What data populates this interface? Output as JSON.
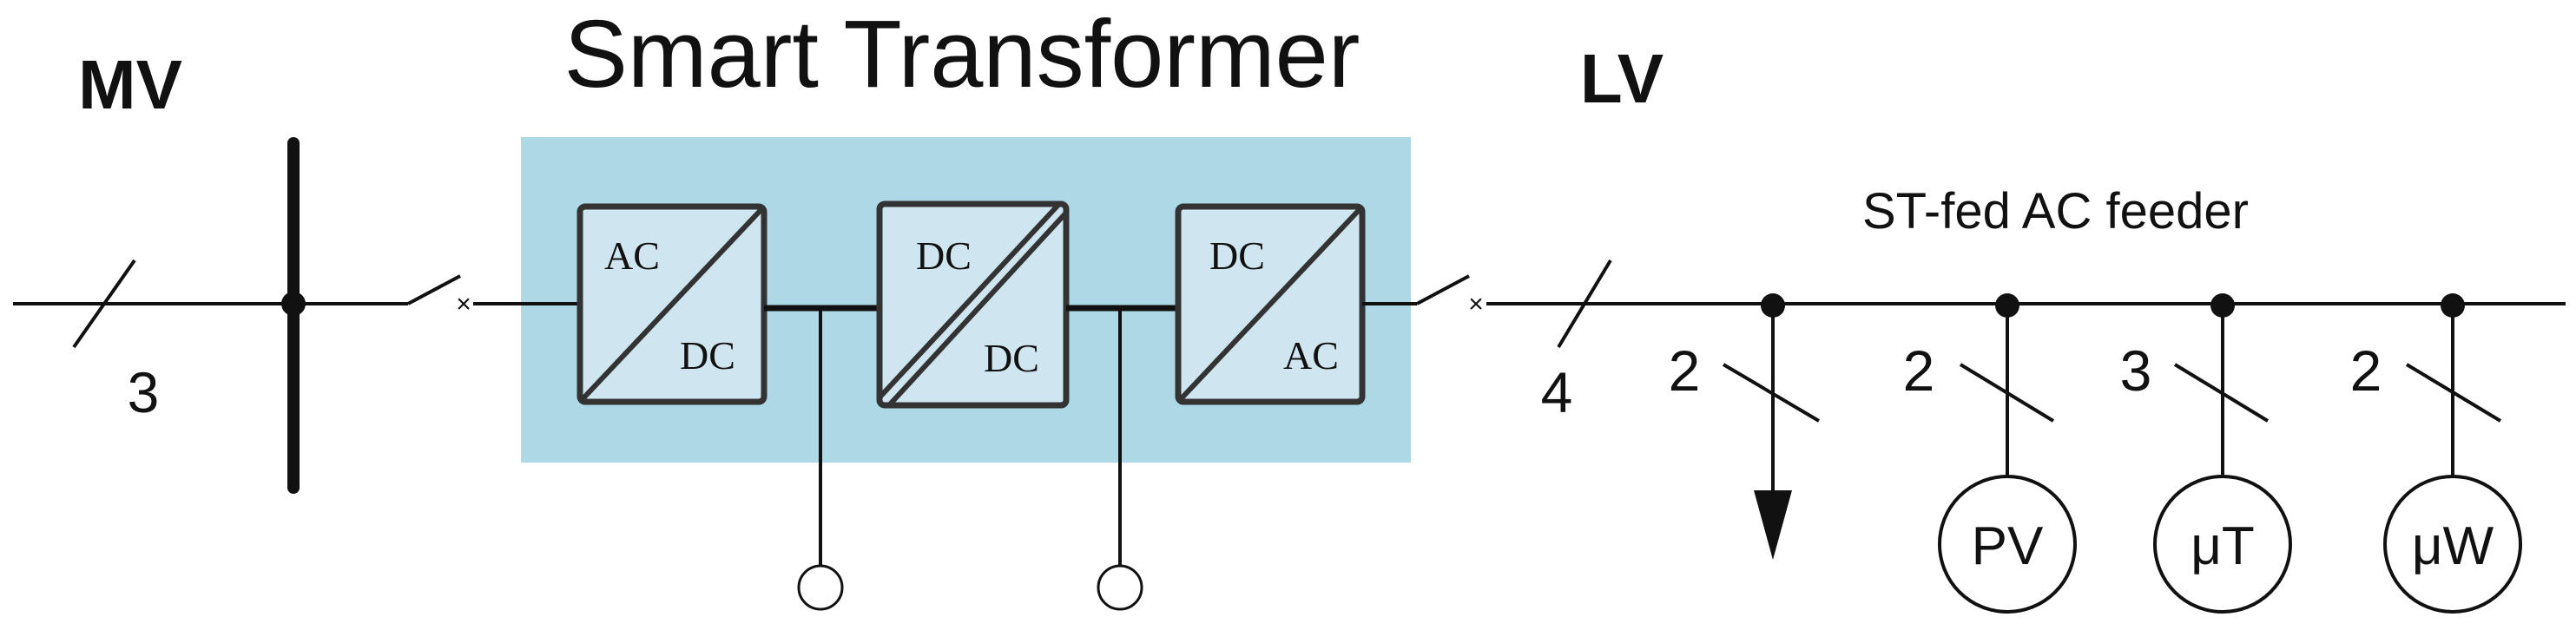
{
  "labels": {
    "mv": "MV",
    "lv": "LV",
    "title": "Smart Transformer",
    "feeder": "ST-fed AC feeder"
  },
  "phases": {
    "mv_in": "3",
    "lv_out": "4",
    "load": "2",
    "pv": "2",
    "ut": "3",
    "uw": "2"
  },
  "converters": [
    {
      "top": "AC",
      "bottom": "DC"
    },
    {
      "top": "DC",
      "bottom": "DC"
    },
    {
      "top": "DC",
      "bottom": "AC"
    }
  ],
  "generators": {
    "pv": "PV",
    "ut": "μT",
    "uw": "μW"
  },
  "colors": {
    "st_background": "#add8e6",
    "line": "#111111"
  }
}
